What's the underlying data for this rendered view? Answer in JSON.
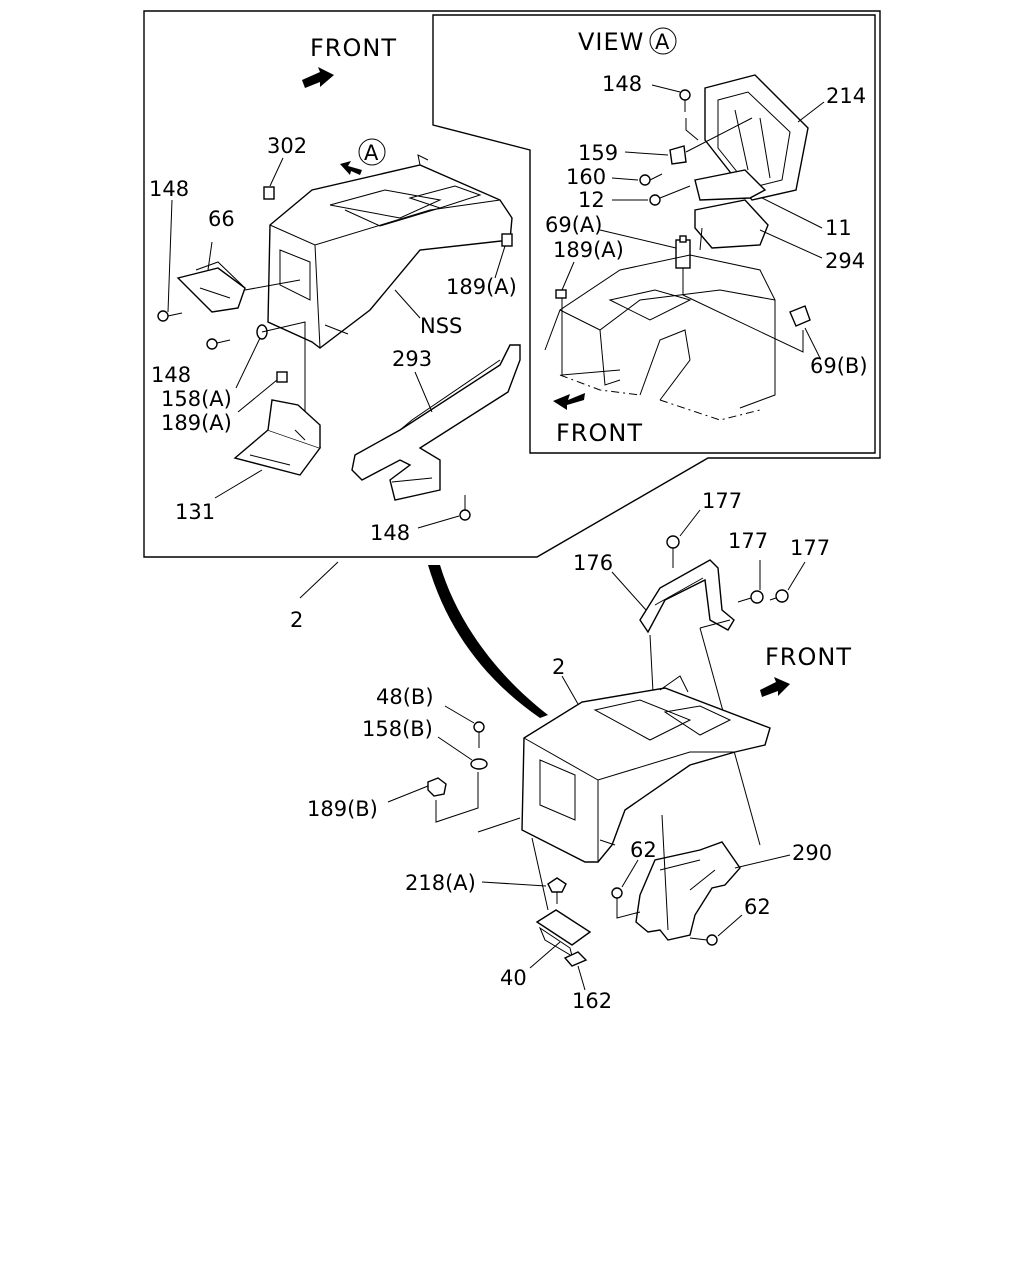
{
  "diagram": {
    "view_title": "VIEW",
    "view_marker": "A",
    "front_labels": [
      "FRONT",
      "FRONT",
      "FRONT"
    ],
    "callouts": {
      "c148_main": "148",
      "c66": "66",
      "c302": "302",
      "cA": "A",
      "c189A_main": "189(A)",
      "cNSS": "NSS",
      "c148_b": "148",
      "c158A": "158(A)",
      "c189A_b": "189(A)",
      "c293": "293",
      "c131": "131",
      "c148_c": "148",
      "c148_view": "148",
      "c214": "214",
      "c159": "159",
      "c160": "160",
      "c12": "12",
      "c11": "11",
      "c69A": "69(A)",
      "c189A_view": "189(A)",
      "c294": "294",
      "c69B": "69(B)",
      "c2_top": "2",
      "c177_a": "177",
      "c177_b": "177",
      "c177_c": "177",
      "c176": "176",
      "c2_bottom": "2",
      "c48B": "48(B)",
      "c158B": "158(B)",
      "c189B": "189(B)",
      "c62_a": "62",
      "c290": "290",
      "c218A": "218(A)",
      "c62_b": "62",
      "c40": "40",
      "c162": "162"
    }
  }
}
